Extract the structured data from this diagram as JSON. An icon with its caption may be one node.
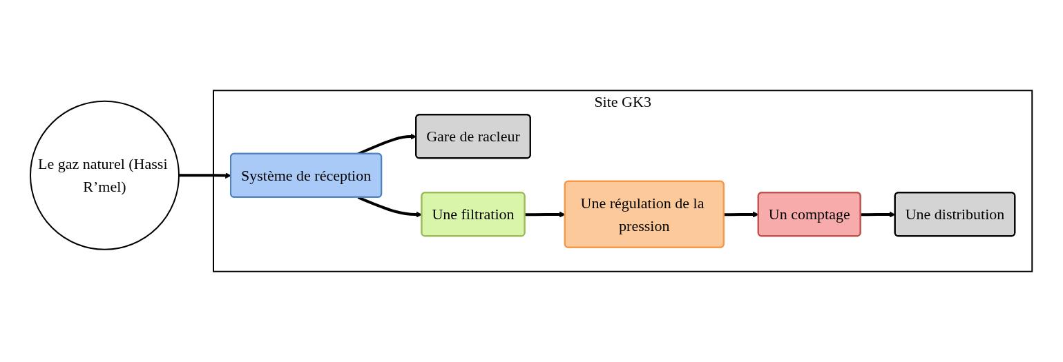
{
  "diagram": {
    "nodes": [
      {
        "text": [
          "Le gaz naturel (Hassi R’mel)"
        ]
      },
      {
        "text": [
          "Site GK3"
        ]
      },
      {
        "text": [
          "Système de réception"
        ],
        "in": 1
      },
      {
        "text": [
          "Gare de racleur"
        ],
        "in": 1
      },
      {
        "text": [
          "Une filtration"
        ],
        "in": 1
      },
      {
        "text": [
          "Une régulation de la pression"
        ],
        "in": 1
      },
      {
        "text": [
          "Un comptage"
        ],
        "in": 1
      },
      {
        "text": [
          "Une distribution"
        ],
        "in": 1
      }
    ],
    "edges": [
      {
        "from": 0,
        "to": 2,
        "arrow": "to"
      },
      {
        "from": 2,
        "to": 3,
        "arrow": "to"
      },
      {
        "from": 2,
        "to": 4,
        "arrow": "to"
      },
      {
        "from": 4,
        "to": 5,
        "arrow": "to"
      },
      {
        "from": 5,
        "to": 6,
        "arrow": "to"
      },
      {
        "from": 6,
        "to": 7,
        "arrow": "to"
      }
    ]
  }
}
